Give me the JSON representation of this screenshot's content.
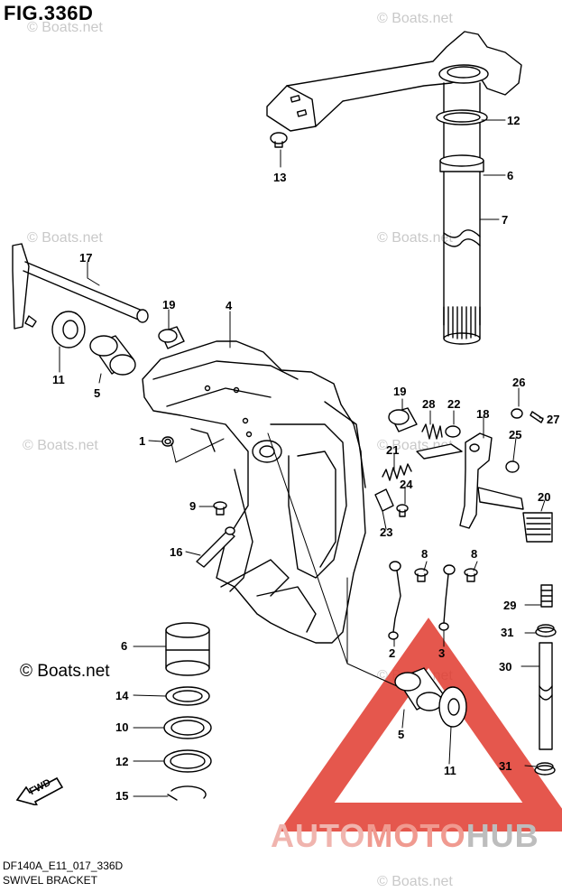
{
  "figure_title": "FIG.336D",
  "footer": {
    "code": "DF140A_E11_017_336D",
    "name": "SWIVEL BRACKET"
  },
  "watermarks": {
    "light": "© Boats.net",
    "dark": "© Boats.net"
  },
  "fwd_label": "FWD",
  "brand": {
    "part1": "AUTO",
    "part2": "MOTO",
    "part3": "HUB"
  },
  "colors": {
    "line": "#000000",
    "watermark": "#c9c9c9",
    "brand_red": "#e03a2e",
    "brand_grey": "#9e9e9e"
  },
  "callouts": [
    "12",
    "6",
    "7",
    "13",
    "17",
    "19",
    "4",
    "11",
    "5",
    "1",
    "9",
    "16",
    "19",
    "28",
    "22",
    "18",
    "26",
    "27",
    "25",
    "21",
    "24",
    "23",
    "20",
    "8",
    "8",
    "2",
    "3",
    "29",
    "31",
    "30",
    "31",
    "6",
    "14",
    "10",
    "12",
    "15",
    "5",
    "11"
  ]
}
